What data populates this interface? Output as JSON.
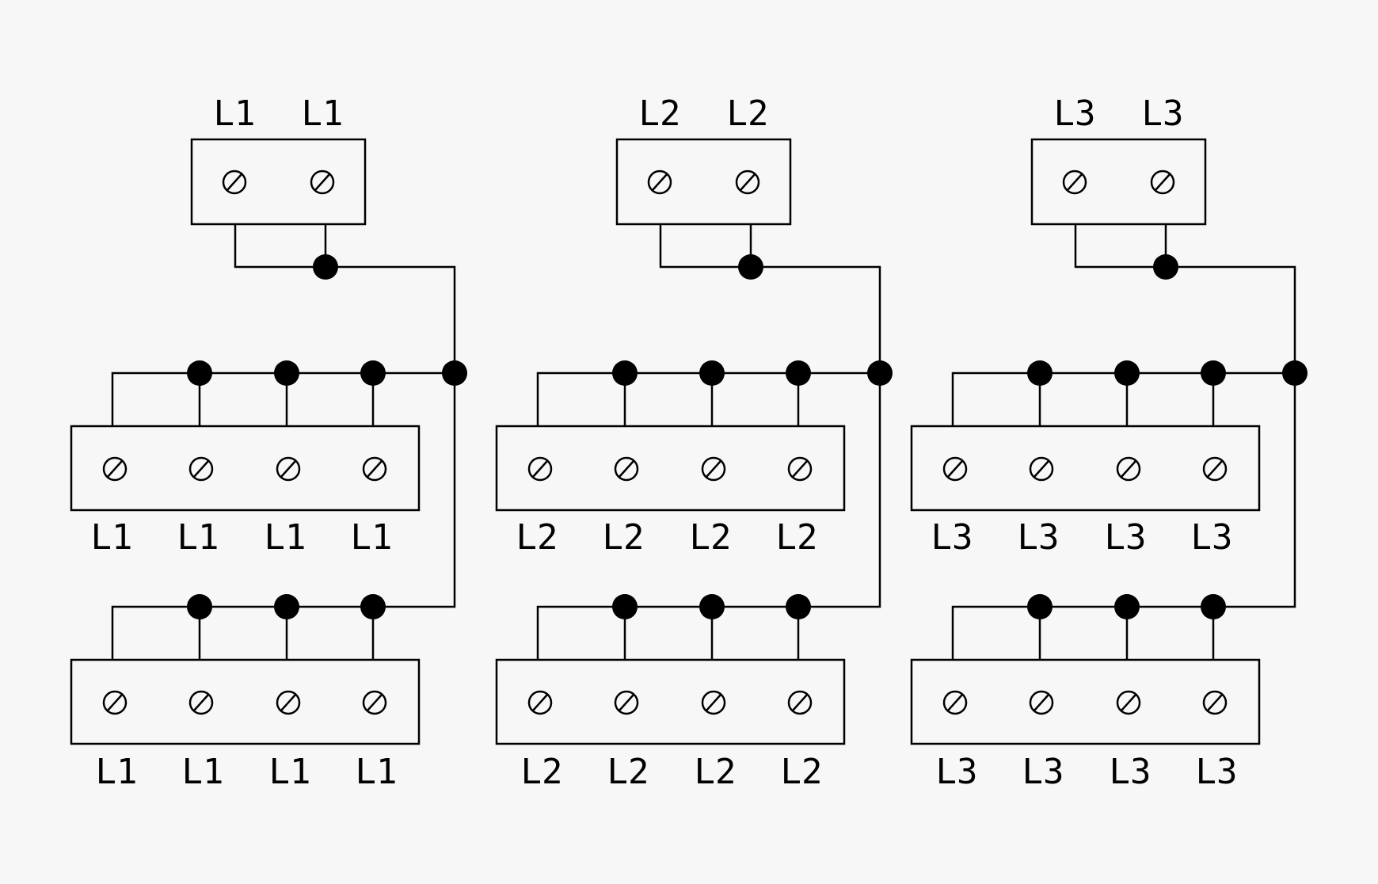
{
  "diagram": {
    "phases": [
      {
        "id": "L1",
        "input_terminal": {
          "labels": [
            "L1",
            "L1"
          ]
        },
        "output_terminal_1": {
          "labels": [
            "L1",
            "L1",
            "L1",
            "L1"
          ]
        },
        "output_terminal_2": {
          "labels": [
            "L1",
            "L1",
            "L1",
            "L1"
          ]
        }
      },
      {
        "id": "L2",
        "input_terminal": {
          "labels": [
            "L2",
            "L2"
          ]
        },
        "output_terminal_1": {
          "labels": [
            "L2",
            "L2",
            "L2",
            "L2"
          ]
        },
        "output_terminal_2": {
          "labels": [
            "L2",
            "L2",
            "L2",
            "L2"
          ]
        }
      },
      {
        "id": "L3",
        "input_terminal": {
          "labels": [
            "L3",
            "L3"
          ]
        },
        "output_terminal_1": {
          "labels": [
            "L3",
            "L3",
            "L3",
            "L3"
          ]
        },
        "output_terminal_2": {
          "labels": [
            "L3",
            "L3",
            "L3",
            "L3"
          ]
        }
      }
    ],
    "colors": {
      "line": "#000000",
      "background": "#f7f7f7"
    }
  }
}
